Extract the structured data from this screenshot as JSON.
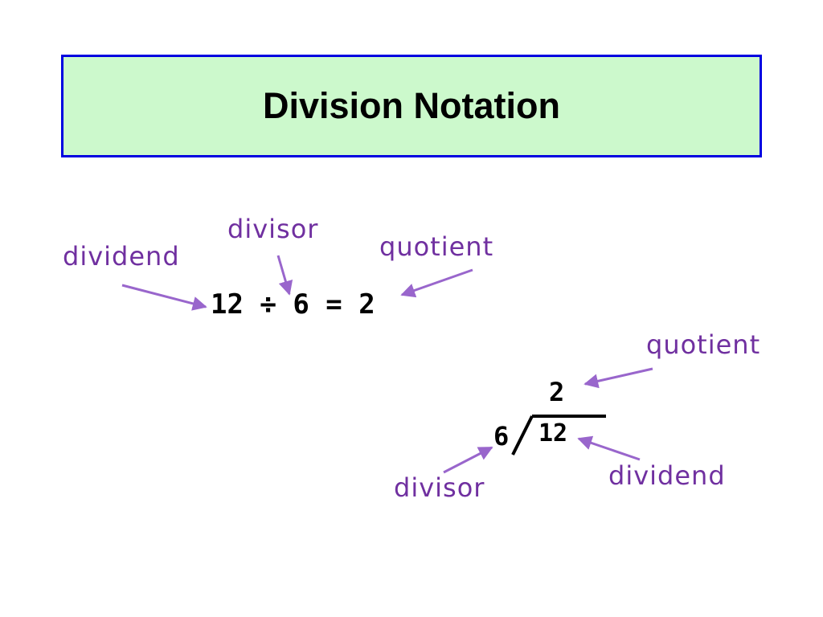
{
  "title": "Division Notation",
  "inline_form": {
    "equation": "12 ÷ 6 = 2",
    "labels": {
      "dividend": "dividend",
      "divisor": "divisor",
      "quotient": "quotient"
    }
  },
  "long_division_form": {
    "quotient": "2",
    "divisor": "6",
    "dividend": "12",
    "labels": {
      "quotient": "quotient",
      "divisor": "divisor",
      "dividend": "dividend"
    }
  },
  "colors": {
    "label": "#7030a0",
    "arrow": "#9966cc",
    "title_fill": "#ccf9cc",
    "title_border": "#0000e0"
  }
}
